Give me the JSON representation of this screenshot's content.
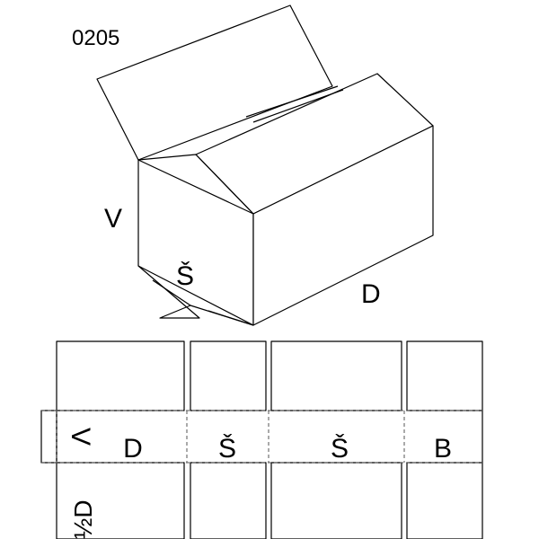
{
  "code": "0205",
  "box_labels": {
    "height": "V",
    "width": "Š",
    "length": "D"
  },
  "net_labels": {
    "height": "V",
    "panel_1": "D",
    "panel_2": "Š",
    "panel_3": "Š",
    "panel_4": "B",
    "flap": "½D"
  },
  "colors": {
    "line": "#000000",
    "background": "#ffffff"
  }
}
